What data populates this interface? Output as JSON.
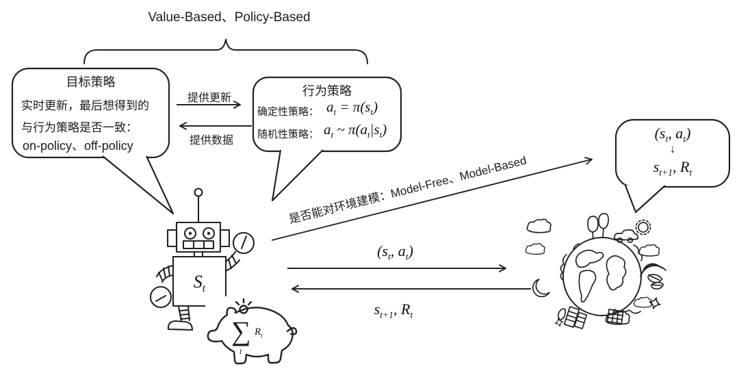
{
  "colors": {
    "ink": "#222222",
    "background": "#ffffff"
  },
  "header": {
    "taxonomy_label": "Value-Based、Policy-Based"
  },
  "target_policy_bubble": {
    "title": "目标策略",
    "line1": "实时更新，最后想得到的",
    "line2": "与行为策略是否一致：",
    "line3": "on-policy、off-policy"
  },
  "policy_exchange": {
    "update_label": "提供更新",
    "data_label": "提供数据"
  },
  "behavior_policy_bubble": {
    "title": "行为策略",
    "deterministic_label": "确定性策略：",
    "deterministic_formula": "a_{t} = π(s_{t})",
    "stochastic_label": "随机性策略：",
    "stochastic_formula": "a_{t} ~ π(a_{t}|s_{t})"
  },
  "model_axis": {
    "cn_label": "是否能对环境建模：",
    "en_label": "Model-Free、Model-Based"
  },
  "environment_bubble": {
    "input_formula": "(s_{t}, a_{t})",
    "arrow_glyph": "↓",
    "output_formula": "s_{t+1}, R_{t}"
  },
  "agent": {
    "state_label": "S_{t}"
  },
  "reward_bank": {
    "sum_symbol": "∑",
    "sum_subscript": "t",
    "reward_label": "R_{t}"
  },
  "interaction": {
    "action_label": "(s_{t}, a_{t})",
    "feedback_label": "s_{t+1}, R_{t}"
  }
}
